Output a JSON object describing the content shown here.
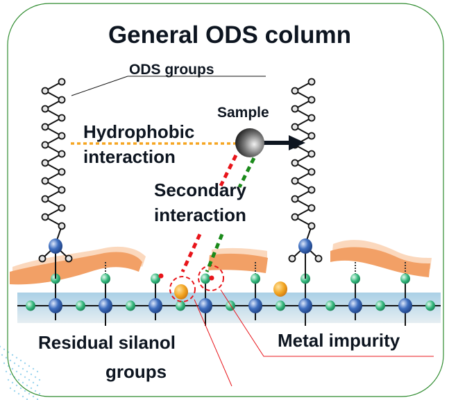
{
  "title": "General ODS column",
  "labels": {
    "ods_groups": "ODS groups",
    "sample": "Sample",
    "hydrophobic_1": "Hydrophobic",
    "hydrophobic_2": "interaction",
    "secondary_1": "Secondary",
    "secondary_2": "interaction",
    "silanol_1": "Residual silanol",
    "silanol_2": "groups",
    "metal": "Metal impurity"
  },
  "colors": {
    "border": "#2e8b2e",
    "hydrophobic_line": "#f5a623",
    "secondary_red": "#e8141a",
    "secondary_green": "#1a8a1a",
    "silica_band": "#b8d8ea",
    "silicon_node": "#2f5fae",
    "oxygen_node": "#2fb57a",
    "metal_particle": "#f0a020",
    "polymer_band": "#f2a066"
  }
}
